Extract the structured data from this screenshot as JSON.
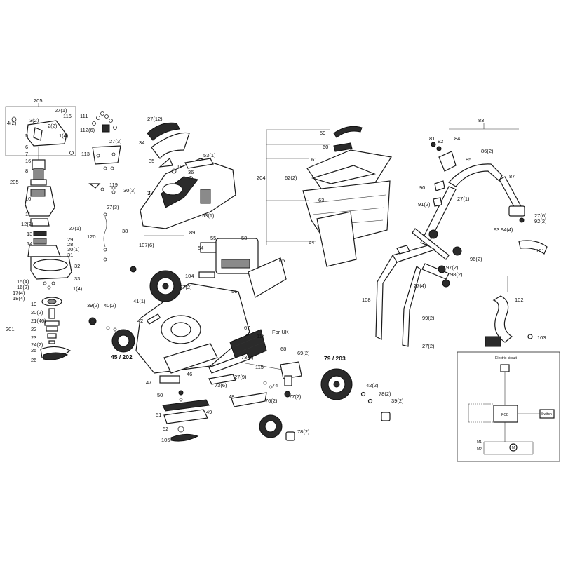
{
  "diagram": {
    "callouts": {
      "c205": "205",
      "c27_1": "27(1)",
      "c116": "116",
      "c4_2": "4(2)",
      "c3_2": "3(2)",
      "c2_2": "2(2)",
      "c5": "5",
      "c1_4": "1(4)",
      "c6": "6",
      "c7": "7",
      "c16": "16",
      "c8": "8",
      "c205b": "205",
      "c10": "10",
      "c11": "11",
      "c12_2": "12(2)",
      "c13": "13",
      "c14": "14",
      "c27_1b": "27(1)",
      "c29": "29",
      "c28": "28",
      "c30_1": "30(1)",
      "c31": "31",
      "c32": "32",
      "c33": "33",
      "c15_4": "15(4)",
      "c16_2": "16(2)",
      "c17_4": "17(4)",
      "c18_4": "18(4)",
      "c1_4b": "1(4)",
      "c19": "19",
      "c20_2": "20(2)",
      "c21_46": "21(46)",
      "c201": "201",
      "c22": "22",
      "c23": "23",
      "c24_2": "24(2)",
      "c25": "25",
      "c26": "26",
      "c111": "111",
      "c112_6": "112(6)",
      "c27_3": "27(3)",
      "c113": "113",
      "c119": "119",
      "c30_3": "30(3)",
      "c27_3b": "27(3)",
      "c120": "120",
      "c27_12": "27(12)",
      "c34": "34",
      "c35": "35",
      "c18": "18",
      "c53_1": "53(1)",
      "c36": "36",
      "c37": "37",
      "c53_1b": "53(1)",
      "c38": "38",
      "c107_6": "107(6)",
      "c89": "89",
      "c55": "55",
      "c58": "58",
      "c54": "54",
      "c104": "104",
      "c27_2": "27(2)",
      "c56": "56",
      "c65": "65",
      "c41_1": "41(1)",
      "c42": "42",
      "c39_2": "39(2)",
      "c40_2": "40(2)",
      "c45_202": "45 / 202",
      "c67": "67",
      "c114": "114",
      "c_foruk": "For UK",
      "c68": "68",
      "c69_2": "69(2)",
      "c73_2": "73(2)",
      "c115": "115",
      "c79_203": "79 / 203",
      "c27_9": "27(9)",
      "c46": "46",
      "c73_6": "73(6)",
      "c74": "74",
      "c47": "47",
      "c48": "48",
      "c50": "50",
      "c49": "49",
      "c76_2": "76(2)",
      "c77_2": "77(2)",
      "c42_2": "42(2)",
      "c78_2": "78(2)",
      "c39_2b": "39(2)",
      "c51": "51",
      "c52": "52",
      "c105": "105",
      "c78_2b": "78(2)",
      "c59": "59",
      "c60": "60",
      "c61": "61",
      "c204": "204",
      "c62_2": "62(2)",
      "c63": "63",
      "c64": "64",
      "c83": "83",
      "c81": "81",
      "c82": "82",
      "c84": "84",
      "c85": "85",
      "c86_2": "86(2)",
      "c87": "87",
      "c90": "90",
      "c27_1c": "27(1)",
      "c91_2": "91(2)",
      "c27_6": "27(6)",
      "c92_2": "92(2)",
      "c93": "93",
      "c94_4": "94(4)",
      "c101": "101",
      "c96_2": "96(2)",
      "c97_2": "97(2)",
      "c98_2": "98(2)",
      "c27_4": "27(4)",
      "c108": "108",
      "c99_2": "99(2)",
      "c27_2b": "27(2)",
      "c102": "102",
      "c103": "103"
    },
    "electric_circuit": {
      "title": "Electric circuit",
      "pcb_label": "PCB",
      "switch_label": "Switch",
      "motor_label": "M",
      "left_labels": [
        "M1",
        "M2"
      ]
    }
  }
}
